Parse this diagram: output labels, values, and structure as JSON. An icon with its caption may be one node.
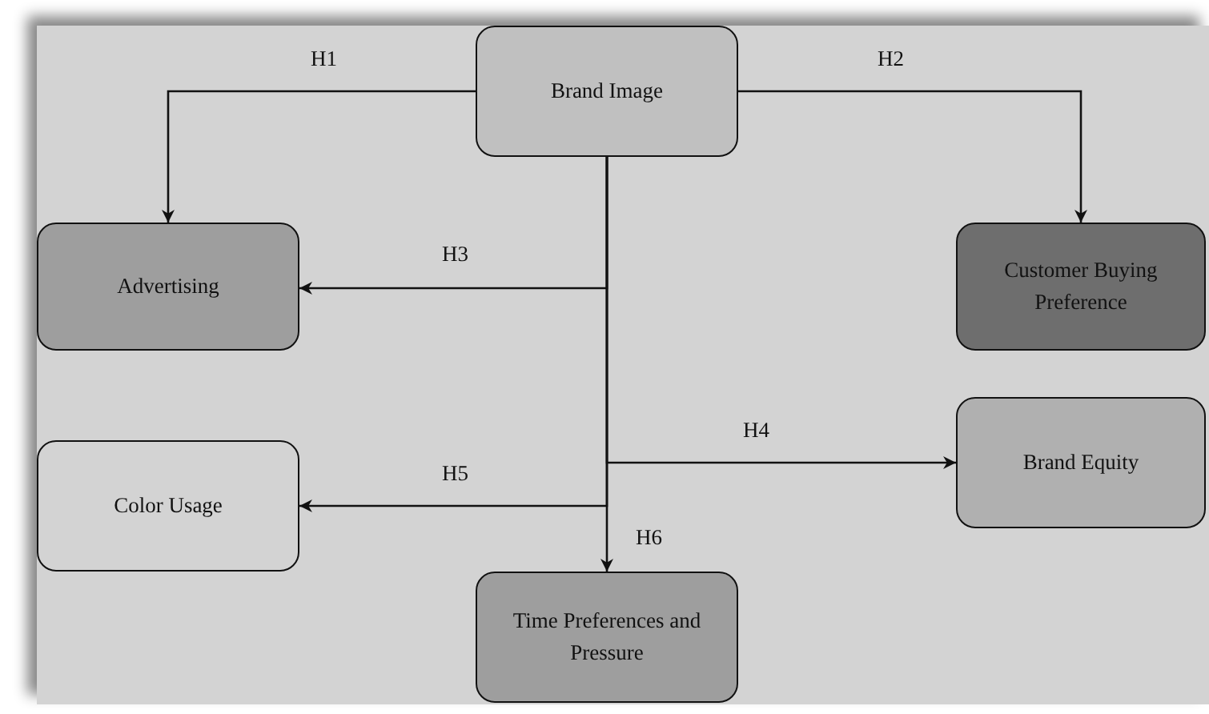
{
  "diagram": {
    "nodes": [
      {
        "text": [
          "Brand Image"
        ]
      },
      {
        "text": [
          "Advertising"
        ]
      },
      {
        "text": [
          "Customer Buying Preference"
        ]
      },
      {
        "text": [
          "Brand Equity"
        ]
      },
      {
        "text": [
          "Color Usage"
        ]
      },
      {
        "text": [
          "Time Preferences and Pressure"
        ]
      }
    ],
    "edges": [
      {
        "from": 0,
        "to": 1,
        "arrow": "to",
        "label": "H1"
      },
      {
        "from": 0,
        "to": 2,
        "arrow": "to",
        "label": "H2"
      },
      {
        "from": 0,
        "to": 1,
        "arrow": "to",
        "label": "H3"
      },
      {
        "from": 0,
        "to": 3,
        "arrow": "to",
        "label": "H4"
      },
      {
        "from": 0,
        "to": 4,
        "arrow": "to",
        "label": "H5"
      },
      {
        "from": 0,
        "to": 5,
        "arrow": "to",
        "label": "H6"
      }
    ]
  }
}
